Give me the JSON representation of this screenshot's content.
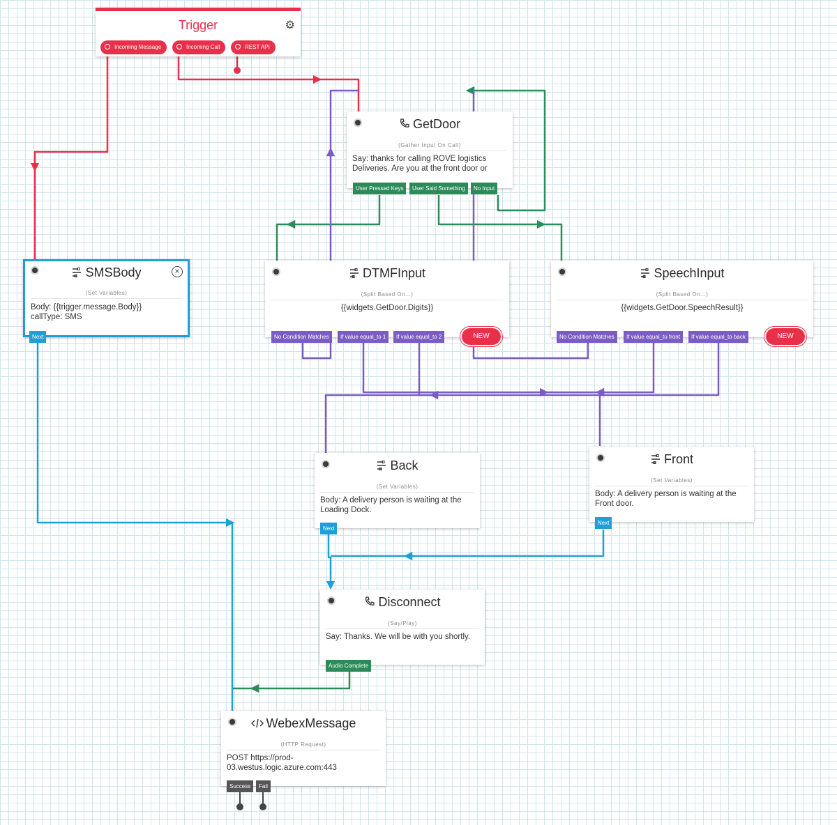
{
  "colors": {
    "red": "#e8304a",
    "green": "#2b8c5a",
    "purple": "#7b5cc4",
    "blue": "#1f9fd6",
    "gray": "#555555"
  },
  "trigger": {
    "title": "Trigger",
    "icon": "gear-icon",
    "pills": [
      "Incoming Message",
      "Incoming Call",
      "REST API"
    ]
  },
  "getdoor": {
    "title": "GetDoor",
    "icon": "phone-icon",
    "subtitle": "(Gather Input On Call)",
    "body": "Say: thanks for calling ROVE logistics\nDeliveries. Are you at the front door or",
    "transitions": [
      "User Pressed Keys",
      "User Said Something",
      "No Input"
    ]
  },
  "smsbody": {
    "title": "SMSBody",
    "icon": "set-variables-icon",
    "subtitle": "(Set Variables)",
    "body": "Body: {{trigger.message.Body}}\ncallType: SMS",
    "transitions": [
      "Next"
    ]
  },
  "dtmf": {
    "title": "DTMFInput",
    "icon": "split-icon",
    "subtitle": "(Split Based On...)",
    "body": "{{widgets.GetDoor.Digits}}",
    "transitions": [
      "No Condition Matches",
      "If value equal_to 1",
      "If value equal_to 2"
    ],
    "new_label": "NEW"
  },
  "speech": {
    "title": "SpeechInput",
    "icon": "split-icon",
    "subtitle": "(Split Based On...)",
    "body": "{{widgets.GetDoor.SpeechResult}}",
    "transitions": [
      "No Condition Matches",
      "If value equal_to front",
      "If value equal_to back"
    ],
    "new_label": "NEW"
  },
  "back": {
    "title": "Back",
    "icon": "set-variables-icon",
    "subtitle": "(Set Variables)",
    "body": "Body: A delivery person is waiting at the\nLoading Dock.",
    "transitions": [
      "Next"
    ]
  },
  "front": {
    "title": "Front",
    "icon": "set-variables-icon",
    "subtitle": "(Set Variables)",
    "body": "Body: A delivery person is waiting at the\nFront door.",
    "transitions": [
      "Next"
    ]
  },
  "disconnect": {
    "title": "Disconnect",
    "icon": "phone-icon",
    "subtitle": "(Say/Play)",
    "body": "Say: Thanks. We will be with you shortly.",
    "transitions": [
      "Audio Complete"
    ]
  },
  "webex": {
    "title": "WebexMessage",
    "icon": "code-icon",
    "subtitle": "(HTTP Request)",
    "body": "POST https://prod-\n03.westus.logic.azure.com:443",
    "transitions": [
      "Success",
      "Fail"
    ]
  }
}
